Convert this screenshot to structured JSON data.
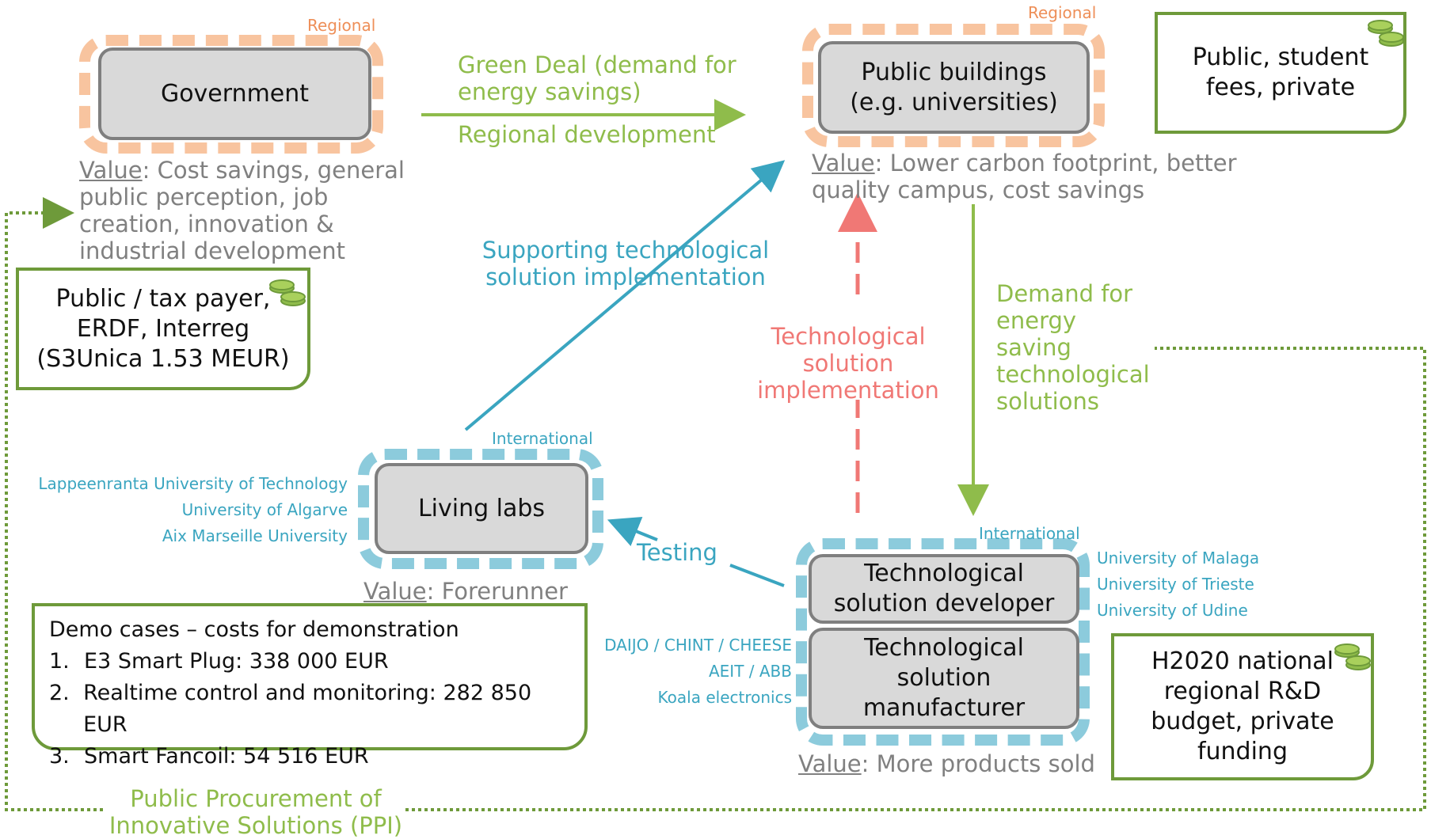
{
  "scope_labels": {
    "regional_government": "Regional",
    "regional_public_buildings": "Regional",
    "international_living_labs": "International",
    "international_tech": "International"
  },
  "actors": {
    "government": "Government",
    "public_buildings": "Public buildings\n(e.g. universities)",
    "living_labs": "Living labs",
    "tech_developer": "Technological\nsolution developer",
    "tech_manufacturer": "Technological\nsolution\nmanufacturer"
  },
  "values": {
    "label": "Value",
    "government": ": Cost savings, general public perception, job creation, innovation & industrial development",
    "public_buildings": ": Lower carbon footprint, better quality campus, cost savings",
    "living_labs": ": Forerunner",
    "tech": ": More products sold"
  },
  "funding": {
    "public_buildings": "Public,  student\nfees, private",
    "government": "Public / tax payer,\nERDF, Interreg\n(S3Unica 1.53 MEUR)",
    "tech": "H2020 national\nregional R&D\nbudget, private\nfunding"
  },
  "flows": {
    "green_deal": "Green Deal (demand for\nenergy savings)",
    "regional_development": "Regional development",
    "supporting": "Supporting technological\nsolution implementation",
    "tech_implementation": "Technological\nsolution\nimplementation",
    "demand": "Demand for\nenergy\nsaving\ntechnological\nsolutions",
    "testing": "Testing",
    "ppi": "Public Procurement of\nInnovative Solutions (PPI)"
  },
  "partners": {
    "living_labs": [
      "Lappeenranta University of Technology",
      "University of Algarve",
      "Aix Marseille University"
    ],
    "tech_right": [
      "University of Malaga",
      "University of Trieste",
      "University of Udine"
    ],
    "tech_left": [
      "DAIJO / CHINT / CHEESE",
      "AEIT / ABB",
      "Koala electronics"
    ]
  },
  "demo": {
    "title": "Demo cases – costs for demonstration",
    "items": [
      {
        "num": "1.",
        "text": "E3 Smart Plug: 338 000 EUR"
      },
      {
        "num": "2.",
        "text": "Realtime control and monitoring: 282 850 EUR"
      },
      {
        "num": "3.",
        "text": "Smart Fancoil: 54 516 EUR"
      }
    ]
  },
  "colors": {
    "regional": "#f8c49f",
    "international": "#8ccbdc",
    "green": "#8fbc4b",
    "blue": "#3aa5c0",
    "red": "#f07875",
    "funding_border": "#6e9a3a"
  },
  "icons": {
    "coins": "coins-icon"
  }
}
